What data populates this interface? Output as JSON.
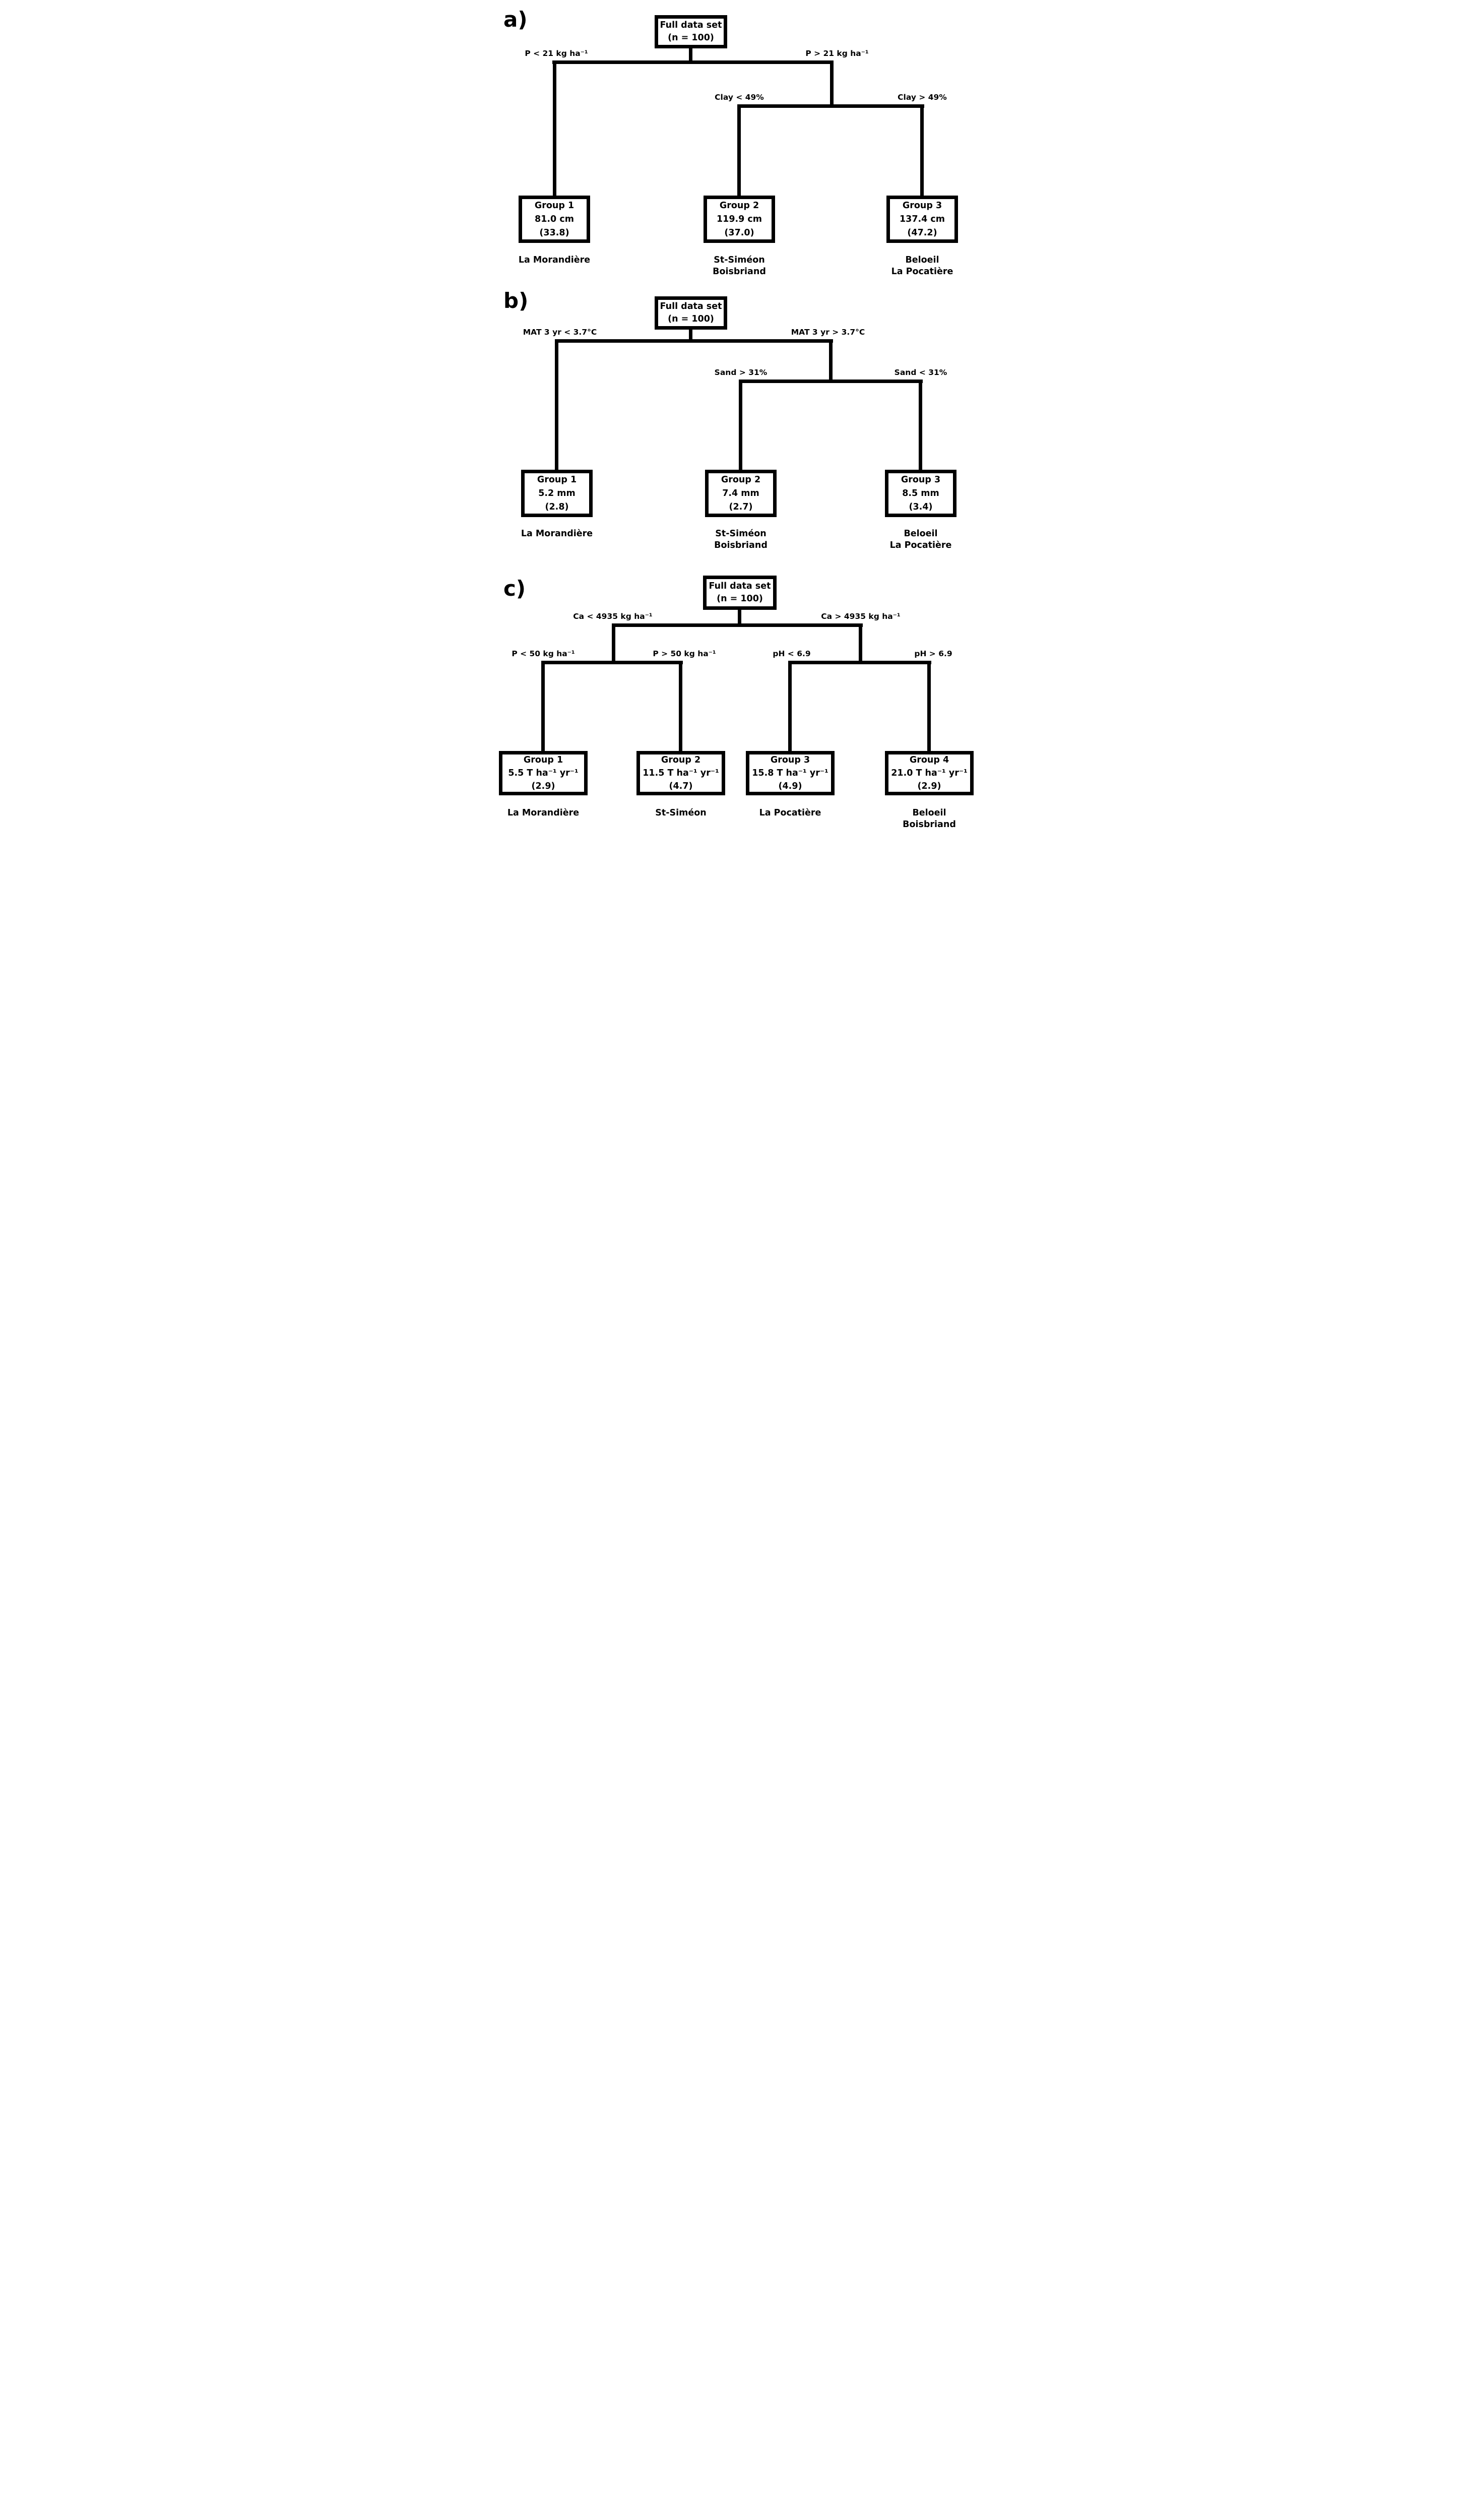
{
  "figure": {
    "background_color": "#ffffff",
    "line_color": "#000000"
  },
  "trees": [
    {
      "panel_label": "a)",
      "root": {
        "line1": "Full data set",
        "line2": "(n = 100)"
      },
      "branches": {
        "level1_left": "P < 21 kg ha⁻¹",
        "level1_right": "P > 21 kg ha⁻¹",
        "level2_left": "Clay < 49%",
        "level2_right": "Clay > 49%"
      },
      "groups": [
        {
          "name": "Group 1",
          "value": "81.0 cm",
          "stat": "(33.8)",
          "sites": [
            "La Morandière"
          ]
        },
        {
          "name": "Group 2",
          "value": "119.9 cm",
          "stat": "(37.0)",
          "sites": [
            "St-Siméon",
            "Boisbriand"
          ]
        },
        {
          "name": "Group 3",
          "value": "137.4 cm",
          "stat": "(47.2)",
          "sites": [
            "Beloeil",
            "La Pocatière"
          ]
        }
      ]
    },
    {
      "panel_label": "b)",
      "root": {
        "line1": "Full data set",
        "line2": "(n = 100)"
      },
      "branches": {
        "level1_left": "MAT 3 yr < 3.7°C",
        "level1_right": "MAT 3 yr > 3.7°C",
        "level2_left": "Sand > 31%",
        "level2_right": "Sand < 31%"
      },
      "groups": [
        {
          "name": "Group 1",
          "value": "5.2 mm",
          "stat": "(2.8)",
          "sites": [
            "La Morandière"
          ]
        },
        {
          "name": "Group 2",
          "value": "7.4 mm",
          "stat": "(2.7)",
          "sites": [
            "St-Siméon",
            "Boisbriand"
          ]
        },
        {
          "name": "Group 3",
          "value": "8.5 mm",
          "stat": "(3.4)",
          "sites": [
            "Beloeil",
            "La Pocatière"
          ]
        }
      ]
    },
    {
      "panel_label": "c)",
      "root": {
        "line1": "Full data set",
        "line2": "(n = 100)"
      },
      "branches": {
        "level1_left": "Ca < 4935 kg ha⁻¹",
        "level1_right": "Ca > 4935 kg ha⁻¹",
        "level2_left_a": "P < 50 kg ha⁻¹",
        "level2_left_b": "P > 50 kg ha⁻¹",
        "level2_right_a": "pH < 6.9",
        "level2_right_b": "pH > 6.9"
      },
      "groups": [
        {
          "name": "Group 1",
          "value": "5.5 T ha⁻¹ yr⁻¹",
          "stat": "(2.9)",
          "sites": [
            "La Morandière"
          ]
        },
        {
          "name": "Group 2",
          "value": "11.5 T ha⁻¹ yr⁻¹",
          "stat": "(4.7)",
          "sites": [
            "St-Siméon"
          ]
        },
        {
          "name": "Group 3",
          "value": "15.8 T ha⁻¹ yr⁻¹",
          "stat": "(4.9)",
          "sites": [
            "La Pocatière"
          ]
        },
        {
          "name": "Group 4",
          "value": "21.0 T ha⁻¹ yr⁻¹",
          "stat": "(2.9)",
          "sites": [
            "Beloeil",
            "Boisbriand"
          ]
        }
      ]
    }
  ]
}
